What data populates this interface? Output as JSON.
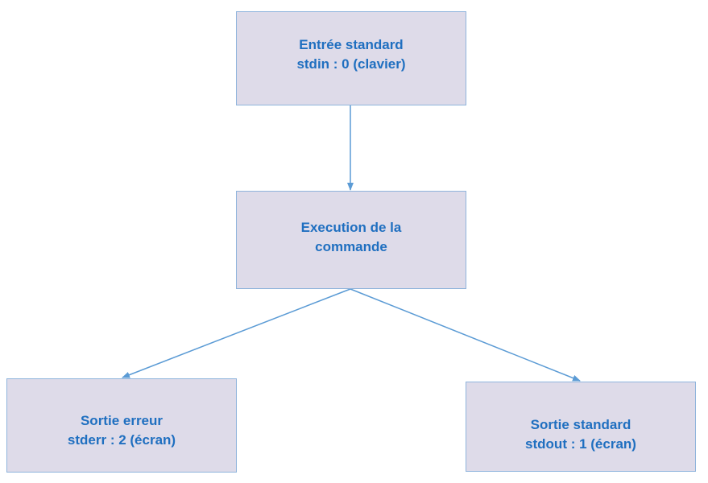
{
  "nodes": {
    "stdin": {
      "line1": "Entrée standard",
      "line2": "stdin : 0 (clavier)"
    },
    "exec": {
      "line1": "Execution de la",
      "line2": "commande"
    },
    "stderr": {
      "line1": "Sortie erreur",
      "line2": "stderr : 2 (écran)"
    },
    "stdout": {
      "line1": "Sortie standard",
      "line2": "stdout : 1 (écran)"
    }
  },
  "edges": [
    {
      "from": "stdin",
      "to": "exec"
    },
    {
      "from": "exec",
      "to": "stderr"
    },
    {
      "from": "exec",
      "to": "stdout"
    }
  ],
  "colors": {
    "node_fill": "#dedbe9",
    "node_border": "#8fb4dc",
    "text": "#1f6fc0",
    "edge": "#5b9bd5"
  }
}
